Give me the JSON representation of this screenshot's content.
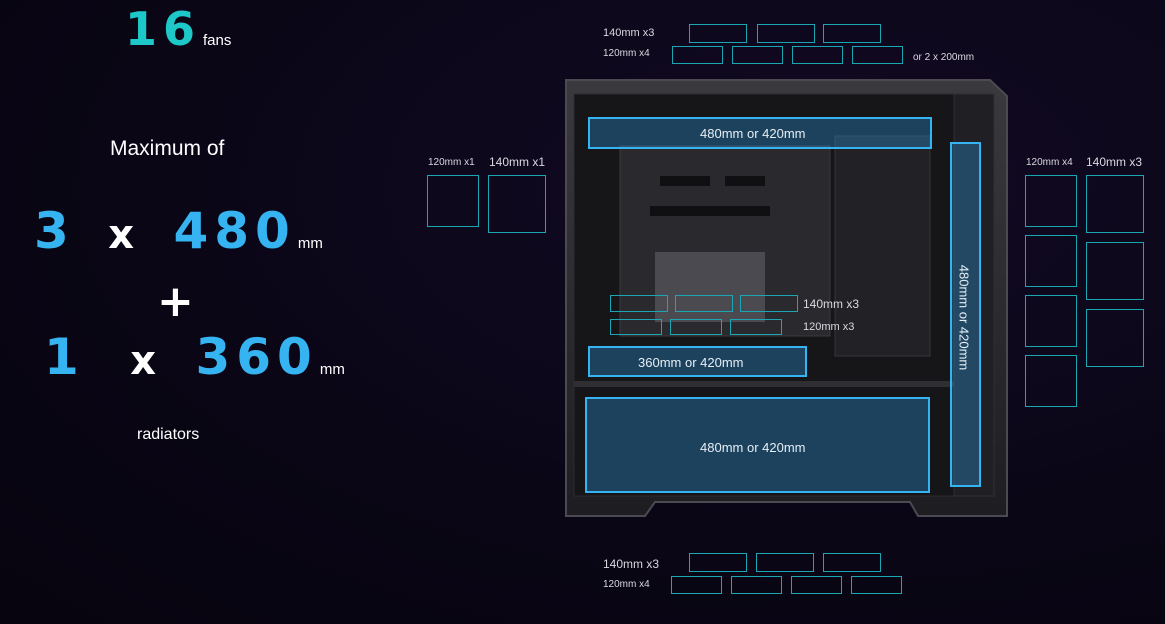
{
  "colors": {
    "teal": "#1ec8c8",
    "blue": "#36b4f2",
    "fan_outline": "#1aa6b3"
  },
  "left_stats": {
    "fan_count": "16",
    "fan_unit": "fans",
    "heading": "Maximum of",
    "line1_count": "3",
    "line1_x": "x",
    "line1_size": "480",
    "line1_unit": "mm",
    "plus": "+",
    "line2_count": "1",
    "line2_x": "x",
    "line2_size": "360",
    "line2_unit": "mm",
    "footer": "radiators"
  },
  "top_fans": {
    "row1_label": "140mm x3",
    "row2_label": "120mm x4",
    "alt_label": "or 2 x 200mm"
  },
  "front_fans": {
    "label_120": "120mm x1",
    "label_140": "140mm x1"
  },
  "side_fans": {
    "label_120": "120mm x4",
    "label_140": "140mm x3"
  },
  "middle_fans": {
    "label_140": "140mm x3",
    "label_120": "120mm x3"
  },
  "bottom_fans": {
    "row1_label": "140mm x3",
    "row2_label": "120mm x4"
  },
  "radiators": {
    "top": "480mm or 420mm",
    "middle": "360mm or 420mm",
    "bottom": "480mm or 420mm",
    "side": "480mm or 420mm"
  }
}
